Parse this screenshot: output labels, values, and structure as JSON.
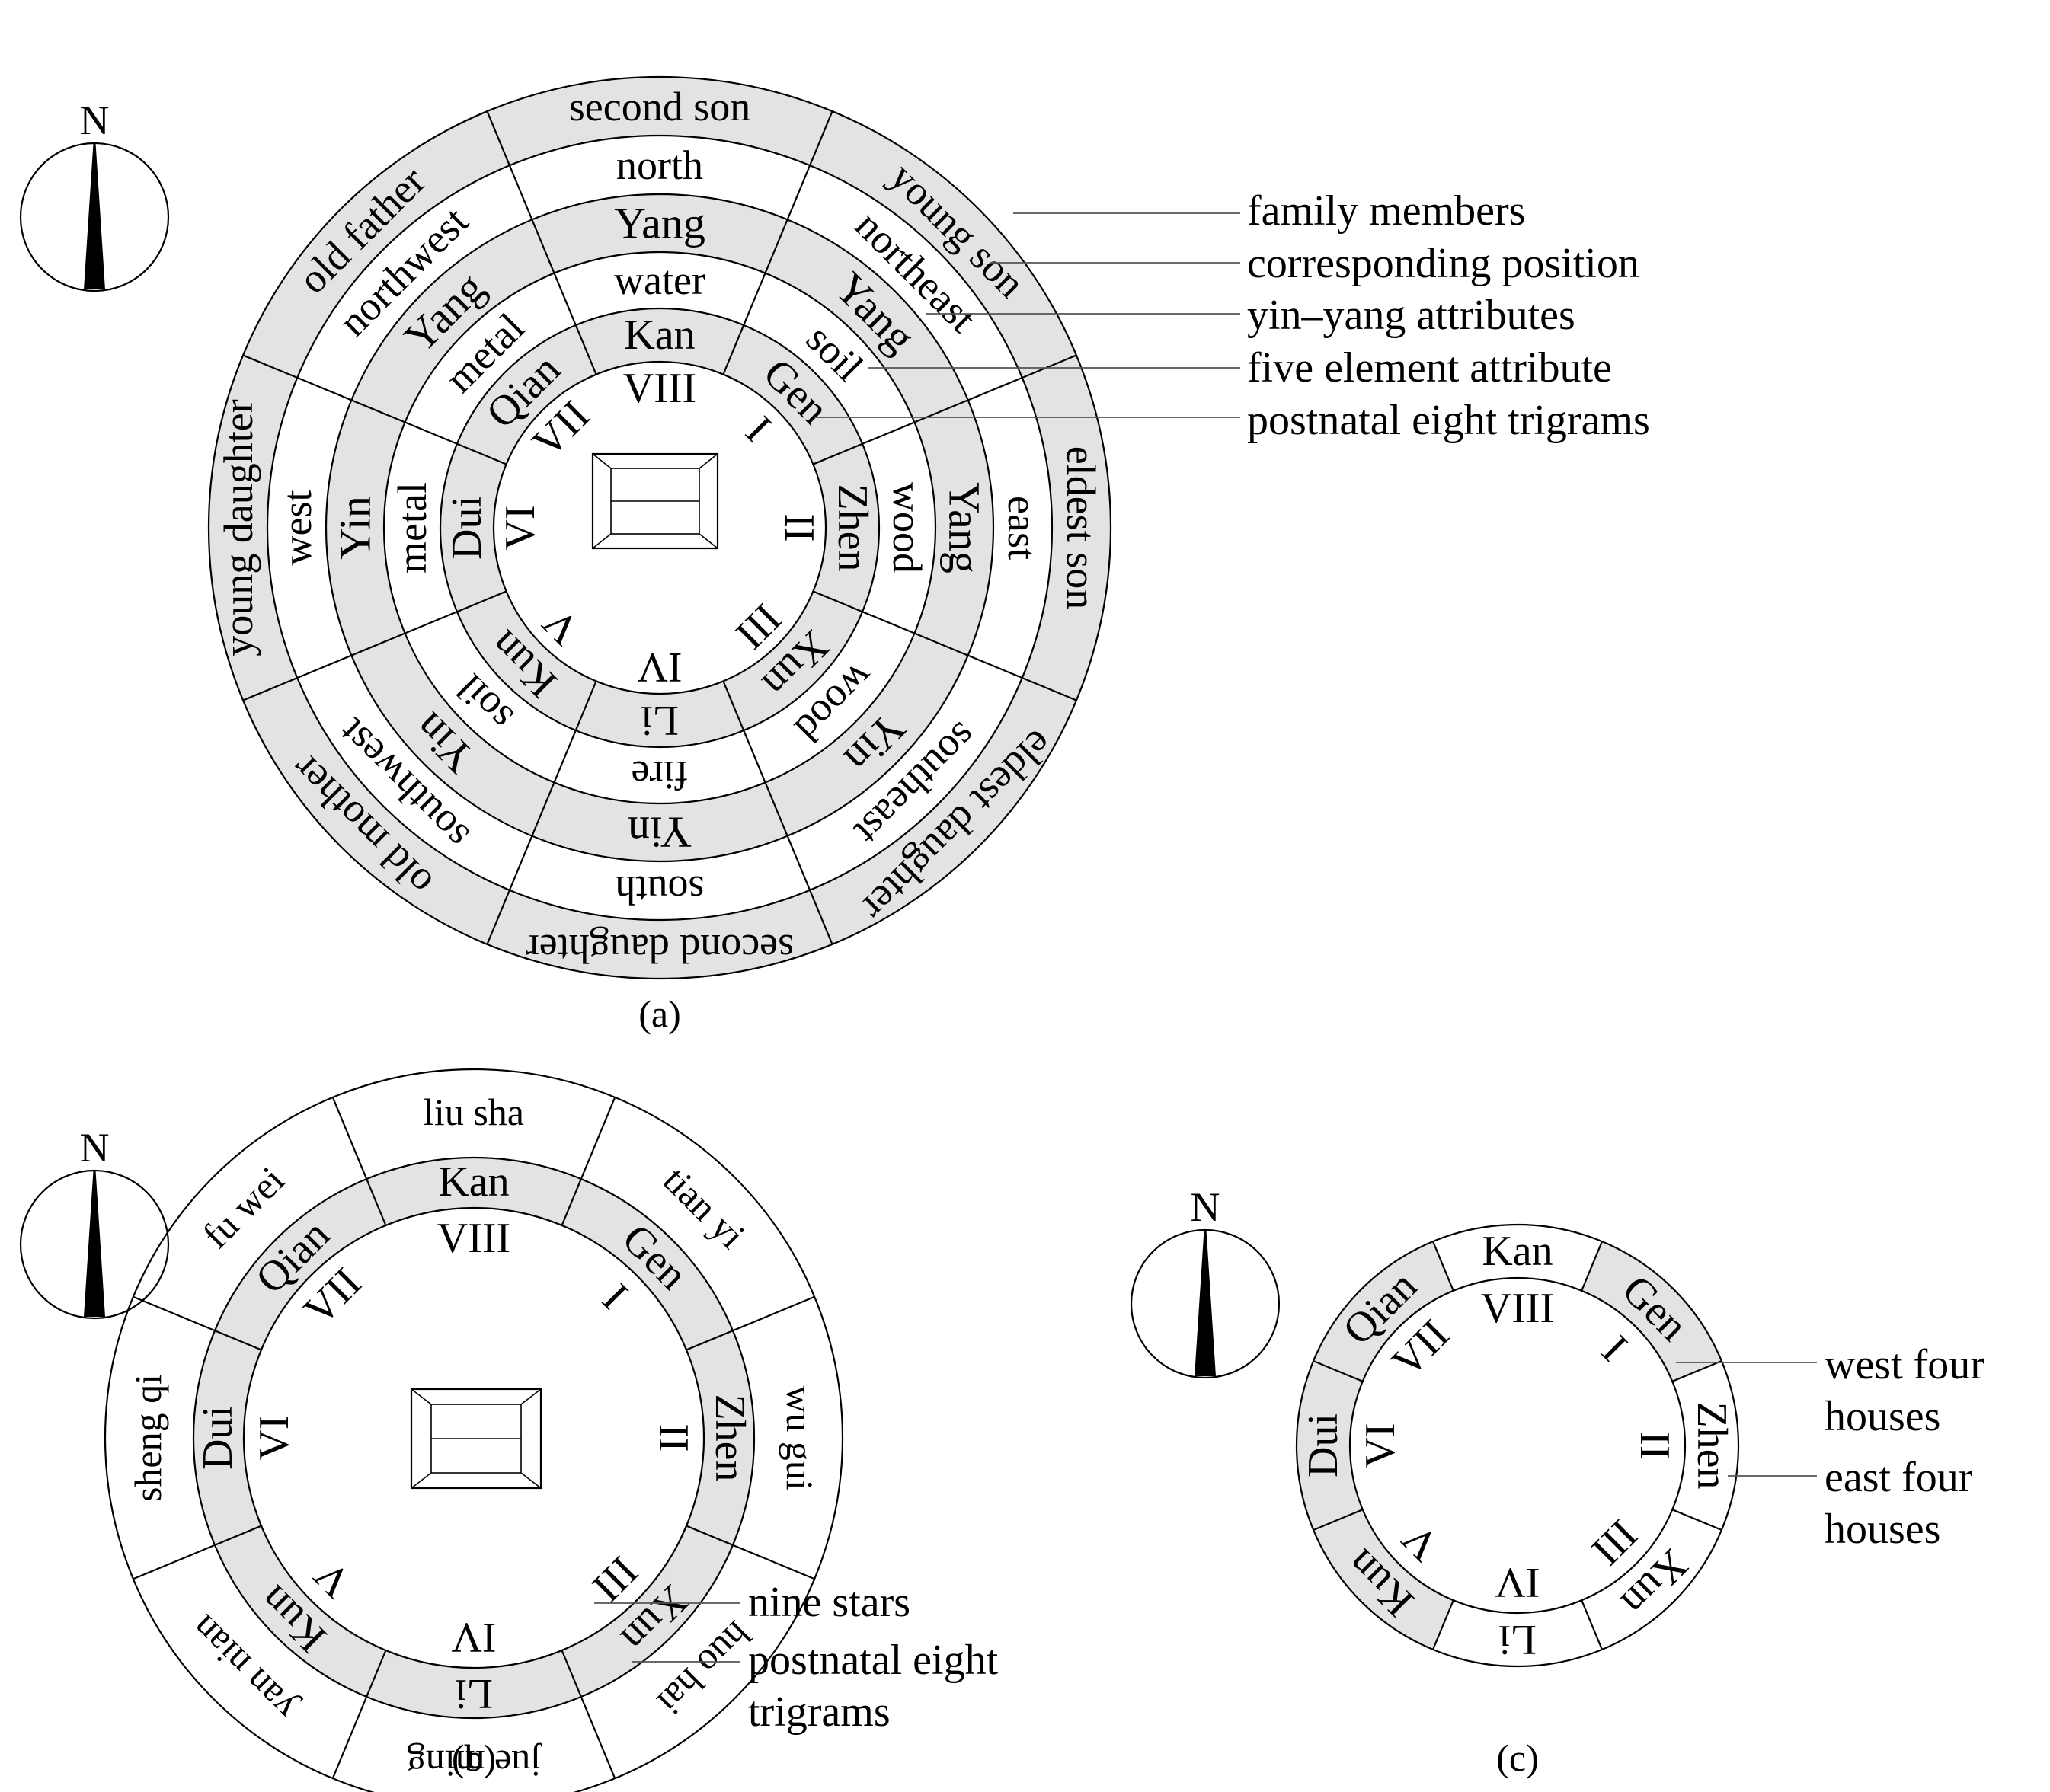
{
  "colors": {
    "shaded": "#e3e3e3",
    "line": "#000000",
    "background": "#ffffff"
  },
  "compass_letter": "N",
  "trigram_order": [
    "Kan",
    "Gen",
    "Zhen",
    "Xun",
    "Li",
    "Kun",
    "Dui",
    "Qian"
  ],
  "numerals": [
    "VIII",
    "I",
    "II",
    "III",
    "IV",
    "V",
    "VI",
    "VII"
  ],
  "diagram_a": {
    "caption": "(a)",
    "rings": {
      "family_members": [
        "second son",
        "young son",
        "eldest son",
        "eldest daughter",
        "second daughter",
        "old mother",
        "young daughter",
        "old father"
      ],
      "positions": [
        "north",
        "northeast",
        "east",
        "southeast",
        "south",
        "southwest",
        "west",
        "northwest"
      ],
      "yin_yang": [
        "Yang",
        "Yang",
        "Yang",
        "Yin",
        "Yin",
        "Yin",
        "Yin",
        "Yang"
      ],
      "elements": [
        "water",
        "soil",
        "wood",
        "wood",
        "fire",
        "soil",
        "metal",
        "metal"
      ]
    },
    "legend": [
      "family members",
      "corresponding position",
      "yin–yang attributes",
      "five element attribute",
      "postnatal eight trigrams"
    ]
  },
  "diagram_b": {
    "caption": "(b)",
    "stars": [
      "liu sha",
      "tian yi",
      "wu gui",
      "huo hai",
      "jue ming",
      "yan nian",
      "sheng qi",
      "fu wei"
    ],
    "legend": [
      "nine stars",
      "postnatal eight",
      "trigrams"
    ]
  },
  "diagram_c": {
    "caption": "(c)",
    "legend": [
      "west four",
      "houses",
      "east four",
      "houses"
    ]
  }
}
